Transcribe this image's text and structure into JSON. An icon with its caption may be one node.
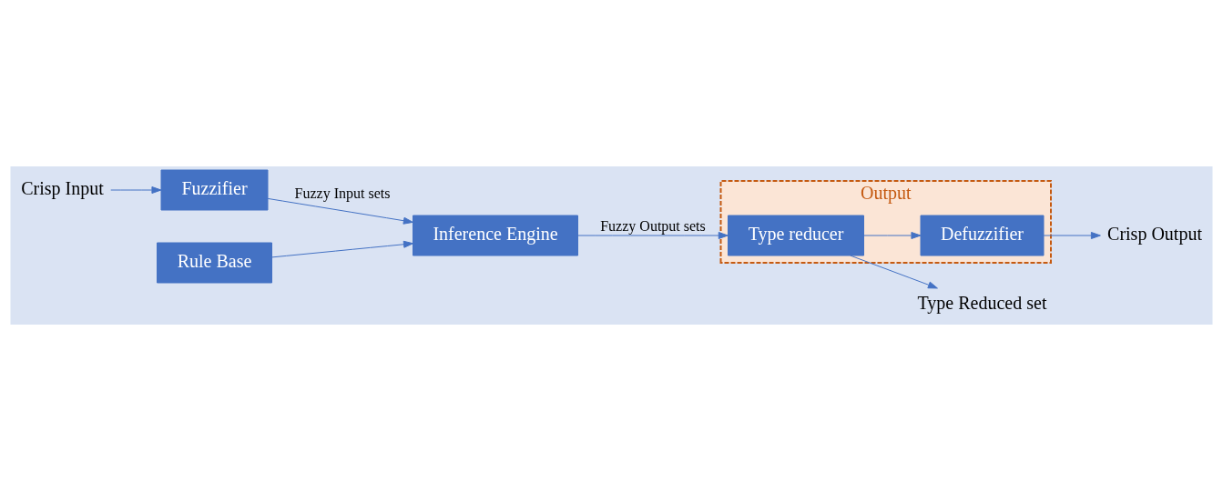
{
  "diagram": {
    "nodes": [
      {
        "text": [
          "Crisp Input"
        ]
      },
      {
        "text": [
          "Fuzzifier"
        ]
      },
      {
        "text": [
          "Rule Base"
        ]
      },
      {
        "text": [
          "Inference Engine"
        ]
      },
      {
        "text": [
          "Output"
        ]
      },
      {
        "text": [
          "Defuzzifier"
        ],
        "in": 4
      },
      {
        "text": [
          "Type reducer"
        ],
        "in": 4
      },
      {
        "text": [
          "Crisp Output"
        ]
      },
      {
        "text": [
          "Type Reduced set"
        ]
      }
    ],
    "edges": [
      {
        "from": 0,
        "to": 1,
        "arrow": "to"
      },
      {
        "from": 1,
        "to": 3,
        "arrow": "to",
        "label": "Fuzzy Input sets"
      },
      {
        "from": 2,
        "to": 3,
        "arrow": "to"
      },
      {
        "from": 3,
        "to": 6,
        "arrow": "to",
        "label": "Fuzzy Output sets"
      },
      {
        "from": 6,
        "to": 5,
        "arrow": "to"
      },
      {
        "from": 5,
        "to": 7,
        "arrow": "to"
      },
      {
        "from": 6,
        "to": 8,
        "arrow": "to"
      }
    ]
  }
}
